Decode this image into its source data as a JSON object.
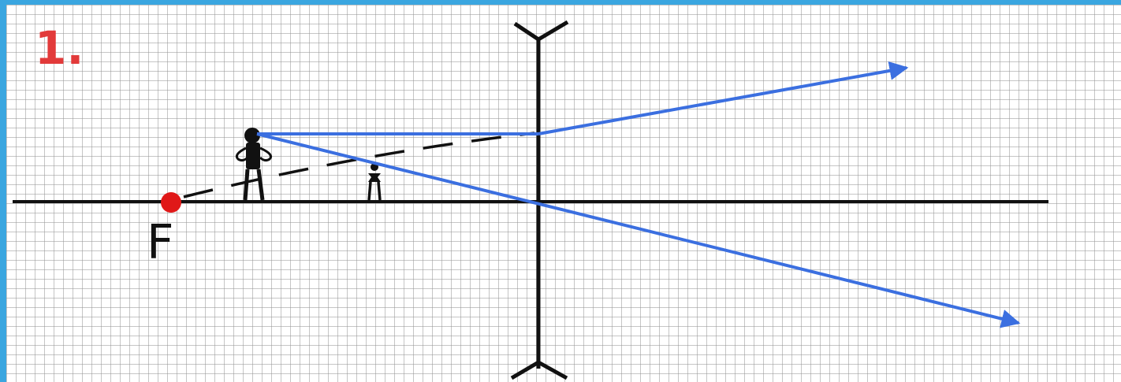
{
  "problem_number": "1.",
  "focus_label": "F",
  "colors": {
    "background_frame": "#3aa6e0",
    "number": "#e23a3a",
    "rays": "#3b6fe0",
    "focus_point": "#e01818",
    "lines": "#111111"
  },
  "elements": {
    "lens": "diverging-lens",
    "object": "person-figure",
    "image": "small-person-figure"
  }
}
